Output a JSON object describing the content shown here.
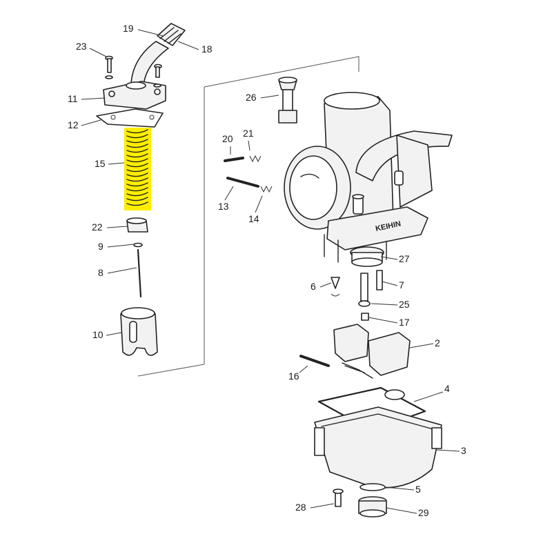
{
  "callouts": [
    {
      "id": "1",
      "label": "19"
    },
    {
      "id": "2",
      "label": "18"
    },
    {
      "id": "3",
      "label": "23"
    },
    {
      "id": "4",
      "label": "11"
    },
    {
      "id": "5",
      "label": "12"
    },
    {
      "id": "6",
      "label": "15"
    },
    {
      "id": "7",
      "label": "22"
    },
    {
      "id": "8",
      "label": "9"
    },
    {
      "id": "9",
      "label": "8"
    },
    {
      "id": "10",
      "label": "10"
    },
    {
      "id": "11",
      "label": "26"
    },
    {
      "id": "12",
      "label": "20"
    },
    {
      "id": "13",
      "label": "21"
    },
    {
      "id": "14",
      "label": "13"
    },
    {
      "id": "15",
      "label": "14"
    },
    {
      "id": "16",
      "label": "27"
    },
    {
      "id": "17",
      "label": "6"
    },
    {
      "id": "18",
      "label": "7"
    },
    {
      "id": "19",
      "label": "25"
    },
    {
      "id": "20",
      "label": "17"
    },
    {
      "id": "21",
      "label": "2"
    },
    {
      "id": "22",
      "label": "16"
    },
    {
      "id": "23",
      "label": "4"
    },
    {
      "id": "24",
      "label": "3"
    },
    {
      "id": "25",
      "label": "5"
    },
    {
      "id": "26",
      "label": "28"
    },
    {
      "id": "27",
      "label": "29"
    }
  ],
  "brand_stamp": "KEIHIN",
  "colors": {
    "highlight": "#ffee00",
    "line": "#222222",
    "part_fill": "#f2f2f2"
  },
  "highlighted_part": "15"
}
